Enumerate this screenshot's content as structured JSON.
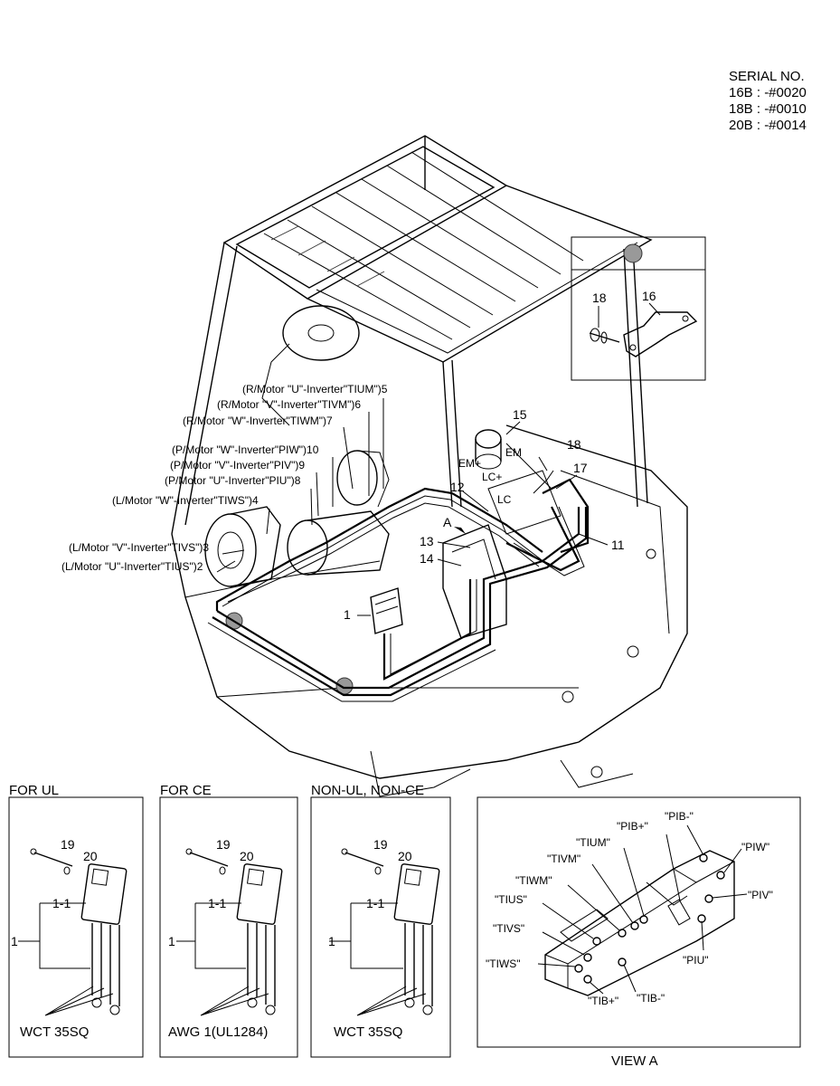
{
  "serial": {
    "title": "SERIAL NO.",
    "lines": [
      "16B : -#0020",
      "18B : -#0010",
      "20B : -#0014"
    ]
  },
  "callouts": {
    "c1": "1",
    "c2": "(L/Motor \"U\"-Inverter\"TIUS\")2",
    "c3": "(L/Motor \"V\"-Inverter\"TIVS\")3",
    "c4": "(L/Motor \"W\"-Inverter\"TIWS\")4",
    "c5": "(R/Motor \"U\"-Inverter\"TIUM\")5",
    "c6": "(R/Motor \"V\"-Inverter\"TIVM\")6",
    "c7": "(R/Motor \"W\"-Inverter\"TIWM\")7",
    "c8": "(P/Motor \"U\"-Inverter\"PIU\")8",
    "c9": "(P/Motor \"V\"-Inverter\"PIV\")9",
    "c10": "(P/Motor \"W\"-Inverter\"PIW\")10",
    "c11": "11",
    "c12": "12",
    "c13": "13",
    "c14": "14",
    "c15": "15",
    "c16": "16",
    "c17": "17",
    "c18": "18",
    "c18b": "18",
    "em": "EM",
    "em_plus": "EM+",
    "lc_plus": "LC+",
    "lc": "LC",
    "view_a_marker": "A"
  },
  "panels": {
    "ul": {
      "title": "FOR UL",
      "wire": "WCT 35SQ",
      "n19": "19",
      "n20": "20",
      "n11": "1-1",
      "n1": "1"
    },
    "ce": {
      "title": "FOR CE",
      "wire": "AWG 1(UL1284)",
      "n19": "19",
      "n20": "20",
      "n11": "1-1",
      "n1": "1"
    },
    "non": {
      "title": "NON-UL, NON-CE",
      "wire": "WCT 35SQ",
      "n19": "19",
      "n20": "20",
      "n11": "1-1",
      "n1": "1"
    }
  },
  "view_a": {
    "caption": "VIEW A",
    "labels": {
      "pib_plus": "\"PIB+\"",
      "pib_minus": "\"PIB-\"",
      "tium": "\"TIUM\"",
      "piw": "\"PIW\"",
      "tivm": "\"TIVM\"",
      "tiwm": "\"TIWM\"",
      "piv": "\"PIV\"",
      "tius": "\"TIUS\"",
      "tivs": "\"TIVS\"",
      "tiws": "\"TIWS\"",
      "piu": "\"PIU\"",
      "tib_plus": "\"TIB+\"",
      "tib_minus": "\"TIB-\""
    }
  }
}
